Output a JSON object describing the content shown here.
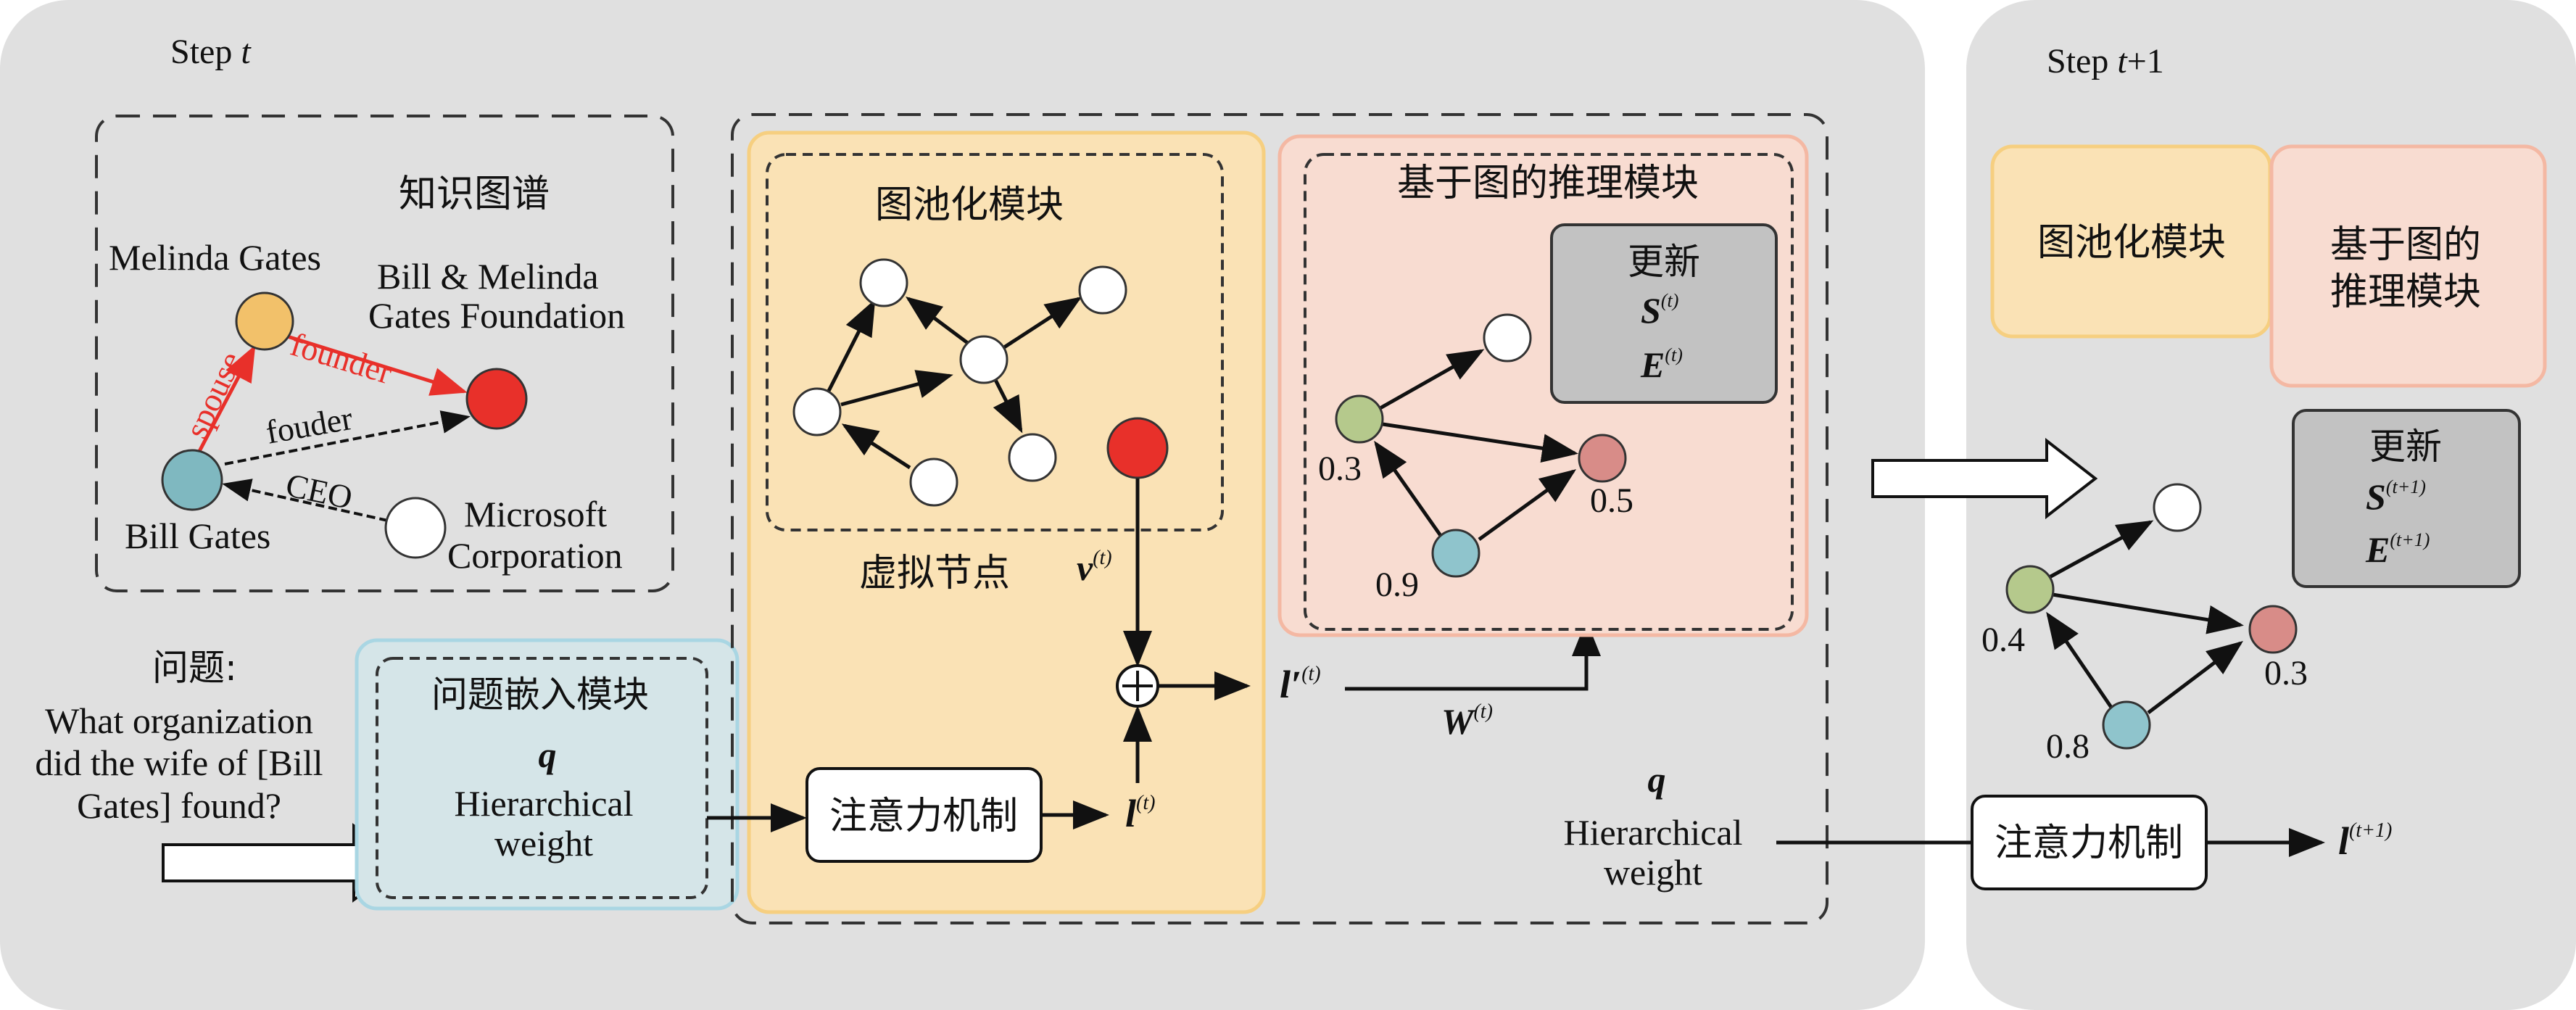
{
  "step_t": {
    "label": "Step",
    "var": "t"
  },
  "step_t1": {
    "label": "Step",
    "var": "t",
    "var_suffix": "+1"
  },
  "kg": {
    "title": "知识图谱",
    "node_melinda": "Melinda Gates",
    "node_foundation_line1": "Bill & Melinda",
    "node_foundation_line2": "Gates Foundation",
    "node_bill": "Bill Gates",
    "node_ms_line1": "Microsoft",
    "node_ms_line2": "Corporation",
    "edge_spouse": "spouse",
    "edge_founder": "founder",
    "edge_fouder": "fouder",
    "edge_ceo": "CEO"
  },
  "question": {
    "label": "问题:",
    "line1": "What organization",
    "line2": "did the wife of [Bill",
    "line3": "Gates] found?"
  },
  "embed": {
    "title": "问题嵌入模块",
    "q": "q",
    "line1": "Hierarchical",
    "line2": "weight"
  },
  "pool": {
    "title": "图池化模块",
    "virtual": "虚拟节点",
    "v_var": "v",
    "v_sup": "(t)"
  },
  "reason": {
    "title": "基于图的推理模块",
    "update": "更新",
    "s": "S",
    "e": "E",
    "sup": "(t)",
    "val_green": "0.3",
    "val_red": "0.5",
    "val_blue": "0.9"
  },
  "attention": {
    "label": "注意力机制"
  },
  "l_var": "l",
  "l_sup": "(t)",
  "lp_var": "l′",
  "lp_sup": "(t)",
  "w_var": "W",
  "w_sup": "(t)",
  "q_right": {
    "q": "q",
    "line1": "Hierarchical",
    "line2": "weight"
  },
  "right": {
    "pool": "图池化模块",
    "reason_line1": "基于图的",
    "reason_line2": "推理模块",
    "update": "更新",
    "s": "S",
    "e": "E",
    "sup": "(t+1)",
    "val_green": "0.4",
    "val_red": "0.3",
    "val_blue": "0.8",
    "attention": "注意力机制",
    "l_var": "l",
    "l_sup": "(t+1)"
  }
}
